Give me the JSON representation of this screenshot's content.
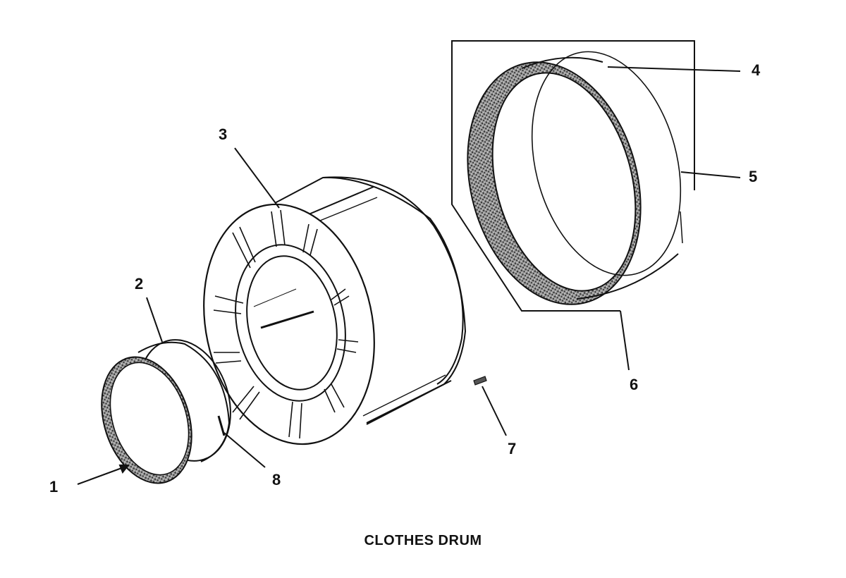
{
  "diagram": {
    "caption": "CLOTHES DRUM",
    "callouts": [
      {
        "id": "1",
        "text": "1"
      },
      {
        "id": "2",
        "text": "2"
      },
      {
        "id": "3",
        "text": "3"
      },
      {
        "id": "4",
        "text": "4"
      },
      {
        "id": "5",
        "text": "5"
      },
      {
        "id": "6",
        "text": "6"
      },
      {
        "id": "7",
        "text": "7"
      },
      {
        "id": "8",
        "text": "8"
      }
    ]
  },
  "colors": {
    "ink": "#111111",
    "paper": "#ffffff",
    "texture": "#555555"
  }
}
